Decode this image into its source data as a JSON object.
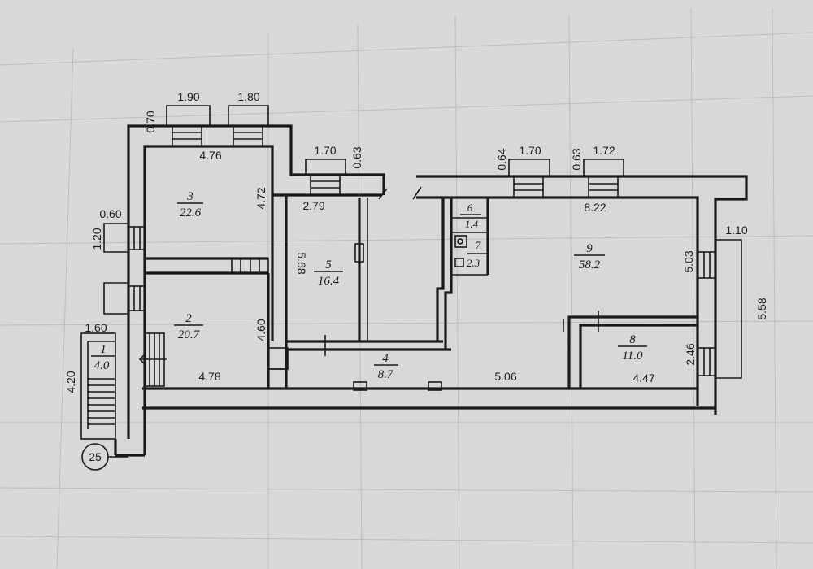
{
  "sheet_number": "25",
  "rooms": [
    {
      "id": "r1",
      "number": "1",
      "area": "4.0"
    },
    {
      "id": "r2",
      "number": "2",
      "area": "20.7"
    },
    {
      "id": "r3",
      "number": "3",
      "area": "22.6"
    },
    {
      "id": "r4",
      "number": "4",
      "area": "8.7"
    },
    {
      "id": "r5",
      "number": "5",
      "area": "16.4"
    },
    {
      "id": "r6",
      "number": "6",
      "area": "1.4"
    },
    {
      "id": "r7",
      "number": "7",
      "area": "2.3"
    },
    {
      "id": "r8",
      "number": "8",
      "area": "11.0"
    },
    {
      "id": "r9",
      "number": "9",
      "area": "58.2"
    }
  ],
  "dimensions": {
    "win_top_left_offset": "0.70",
    "win_top_1": "1.90",
    "win_top_2": "1.80",
    "room3_width": "4.76",
    "room3_height": "4.72",
    "left_win_offset": "0.60",
    "left_win_width": "1.20",
    "win_top_3": "1.70",
    "win_top_3_offset": "0.63",
    "room5_width": "2.79",
    "room5_height": "5.68",
    "win_top_4_offset": "0.64",
    "win_top_4": "1.70",
    "win_top_5_offset": "0.63",
    "win_top_5": "1.72",
    "room9_width": "8.22",
    "room9_height": "5.03",
    "right_offset": "1.10",
    "right_length": "5.58",
    "room2_height": "4.60",
    "room2_width": "4.78",
    "stair_width": "1.60",
    "stair_length": "4.20",
    "corridor_length": "5.06",
    "room8_width": "4.47",
    "room8_height": "2.46"
  },
  "colors": {
    "paper": "#d7d9d6",
    "ink": "#1a1a1a",
    "grid": "#b9bcbc"
  }
}
